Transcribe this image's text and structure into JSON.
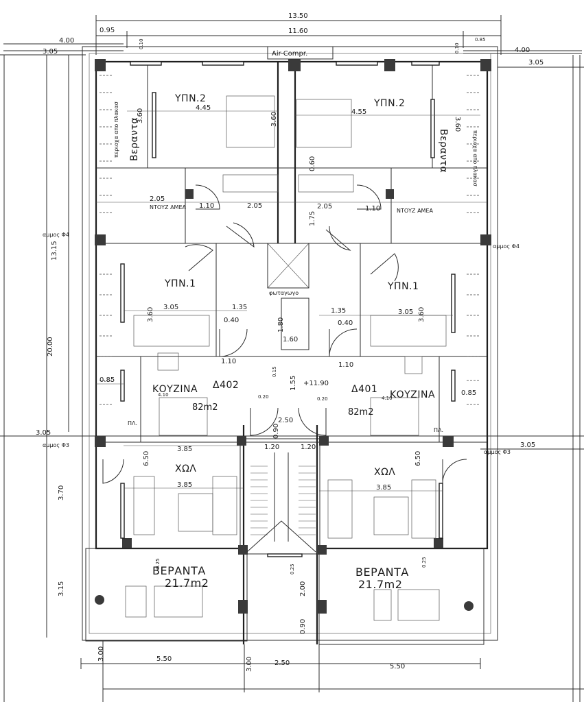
{
  "top_dimensions": {
    "overall": "13.50",
    "mid": "11.60",
    "left_offset": "0.95",
    "right_offset": "0.85",
    "left_outer": "4.00",
    "right_outer": "4.00",
    "left_edge": "3.05",
    "right_edge": "3.05"
  },
  "bottom_dimensions": {
    "left": "5.50",
    "middle": "2.50",
    "right": "5.50"
  },
  "side_dimensions": {
    "height_upper": "13.15",
    "height_total": "20.00",
    "hall_depth": "3.70",
    "veranda_depth": "3.15",
    "bottom_offset": "3.00",
    "bottom_offset_mid": "3.00"
  },
  "outer_labels": {
    "air_compressor": "Air-Compr.",
    "left_a": "αμμος Φ4",
    "right_a": "αμμος Φ4",
    "left_b": "αμμος Φ3",
    "right_b": "αμμος Φ3",
    "left_side_note": "περιοχα απο πλακασ",
    "right_side_note": "περιοχα απο πλακασ"
  },
  "rooms": {
    "bed2_left": "ΥΠΝ.2",
    "bed2_right": "ΥΠΝ.2",
    "bed1_left": "ΥΠΝ.1",
    "bed1_right": "ΥΠΝ.1",
    "kitchen_left": "ΚΟΥΖΙΝΑ",
    "kitchen_right": "ΚΟΥΖΙΝΑ",
    "living_left": "ΧΩΛ",
    "living_right": "ΧΩΛ",
    "veranda_small_left": "Βεραντα",
    "veranda_small_right": "Βεραντα",
    "shower_left": "ΝΤΟΥΖ ΑΜΕΑ",
    "shower_right": "ΝΤΟΥΖ ΑΜΕΑ",
    "shaft": "φωταγωγο",
    "pl_left": "ΠΛ.",
    "pl_right": "ΠΛ."
  },
  "apartments": {
    "left": {
      "code": "Δ402",
      "area": "82m2",
      "veranda_title": "ΒΕΡΑΝΤΑ",
      "veranda_area": "21.7m2"
    },
    "right": {
      "code": "Δ401",
      "area": "82m2",
      "veranda_title": "ΒΕΡΑΝΤΑ",
      "veranda_area": "21.7m2"
    }
  },
  "inner_dimensions": {
    "bed2_w_left": "4.45",
    "bed2_w_right": "4.55",
    "bed2_h_left": "3.60",
    "bed2_h_right": "3.60",
    "bed2_mid": "3.60",
    "core_a": "0.60",
    "bath_left": "2.05",
    "bath_mid_left": "2.05",
    "bath_mid_right": "2.05",
    "door_left": "1.10",
    "door_right": "1.10",
    "core_h": "1.75",
    "bed1_h_left": "3.60",
    "bed1_h_right": "3.60",
    "bed1_w_left": "3.05",
    "bed1_w_right": "3.05",
    "corr_left": "1.35",
    "corr_right": "1.35",
    "door_w_left": "0.40",
    "door_w_right": "0.40",
    "shaft_w": "1.60",
    "shaft_h": "1.80",
    "kit_door_left": "1.10",
    "kit_door_right": "1.10",
    "kit_w_left": "4.10",
    "kit_w_right": "4.10",
    "land_h": "1.55",
    "level": "+11.90",
    "win_left": "0.85",
    "win_right": "0.85",
    "landing": "2.50",
    "land_b": "0.90",
    "stair_a": "1.20",
    "stair_b": "1.20",
    "liv_h_left": "6.50",
    "liv_h_right": "6.50",
    "liv_w_left_a": "3.85",
    "liv_w_left_b": "3.85",
    "liv_w_right": "3.85",
    "ver_h": "2.00",
    "ver_b": "0.90",
    "small_a": "0.25",
    "small_b": "0.15",
    "small_c": "0.10",
    "small_d": "0.20"
  }
}
